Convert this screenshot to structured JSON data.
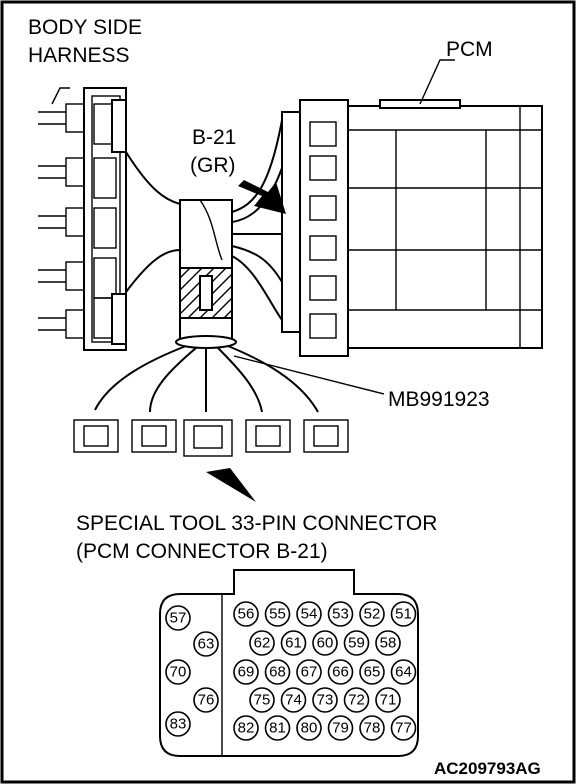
{
  "labels": {
    "body_side_harness_1": "BODY SIDE",
    "body_side_harness_2": "HARNESS",
    "pcm": "PCM",
    "connector_id": "B-21",
    "connector_color": "(GR)",
    "tool_part": "MB991923",
    "special_tool_1": "SPECIAL TOOL 33-PIN CONNECTOR",
    "special_tool_2": "(PCM CONNECTOR B-21)",
    "figure_code": "AC209793AG"
  },
  "pins": {
    "row1_right": [
      "56",
      "55",
      "54",
      "53",
      "52",
      "51"
    ],
    "row2_right": [
      "62",
      "61",
      "60",
      "59",
      "58"
    ],
    "row3_right": [
      "69",
      "68",
      "67",
      "66",
      "65",
      "64"
    ],
    "row4_right": [
      "75",
      "74",
      "73",
      "72",
      "71"
    ],
    "row5_right": [
      "82",
      "81",
      "80",
      "79",
      "78",
      "77"
    ],
    "left_column": [
      "57",
      "63",
      "70",
      "76",
      "83"
    ]
  }
}
